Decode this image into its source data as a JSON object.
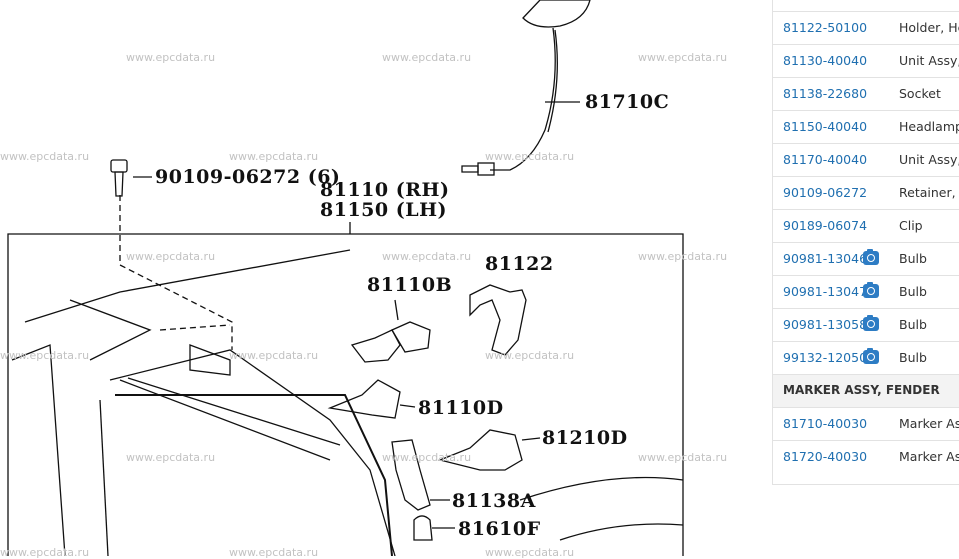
{
  "watermark": "www.epcdata.ru",
  "diagram": {
    "callouts": {
      "c81710c": "81710C",
      "c90109": "90109-06272 (6)",
      "c81110rh": "81110 (RH)",
      "c81150lh": "81150 (LH)",
      "c81110b": "81110B",
      "c81122": "81122",
      "c81110d": "81110D",
      "c81210d": "81210D",
      "c81138a": "81138A",
      "c81610f": "81610F"
    }
  },
  "parts": {
    "rows": [
      {
        "number": "81122-50100",
        "description": "Holder, He",
        "has_photo": false
      },
      {
        "number": "81130-40040",
        "description": "Unit Assy, I",
        "has_photo": false
      },
      {
        "number": "81138-22680",
        "description": "Socket",
        "has_photo": false
      },
      {
        "number": "81150-40040",
        "description": "Headlamp",
        "has_photo": false
      },
      {
        "number": "81170-40040",
        "description": "Unit Assy, I",
        "has_photo": false
      },
      {
        "number": "90109-06272",
        "description": "Retainer, H",
        "has_photo": false
      },
      {
        "number": "90189-06074",
        "description": "Clip",
        "has_photo": false
      },
      {
        "number": "90981-13046",
        "description": "Bulb",
        "has_photo": true
      },
      {
        "number": "90981-13047",
        "description": "Bulb",
        "has_photo": true
      },
      {
        "number": "90981-13058",
        "description": "Bulb",
        "has_photo": true
      },
      {
        "number": "99132-12050",
        "description": "Bulb",
        "has_photo": true
      }
    ],
    "section_title": "MARKER ASSY, FENDER",
    "section_rows": [
      {
        "number": "81710-40030",
        "description": "Marker Ass"
      },
      {
        "number": "81720-40030",
        "description": "Marker Ass"
      }
    ]
  },
  "colors": {
    "link": "#1f6fb0",
    "photo_icon": "#2d7cc4",
    "section_bg": "#f3f3f3",
    "border": "#e2e2e2"
  }
}
